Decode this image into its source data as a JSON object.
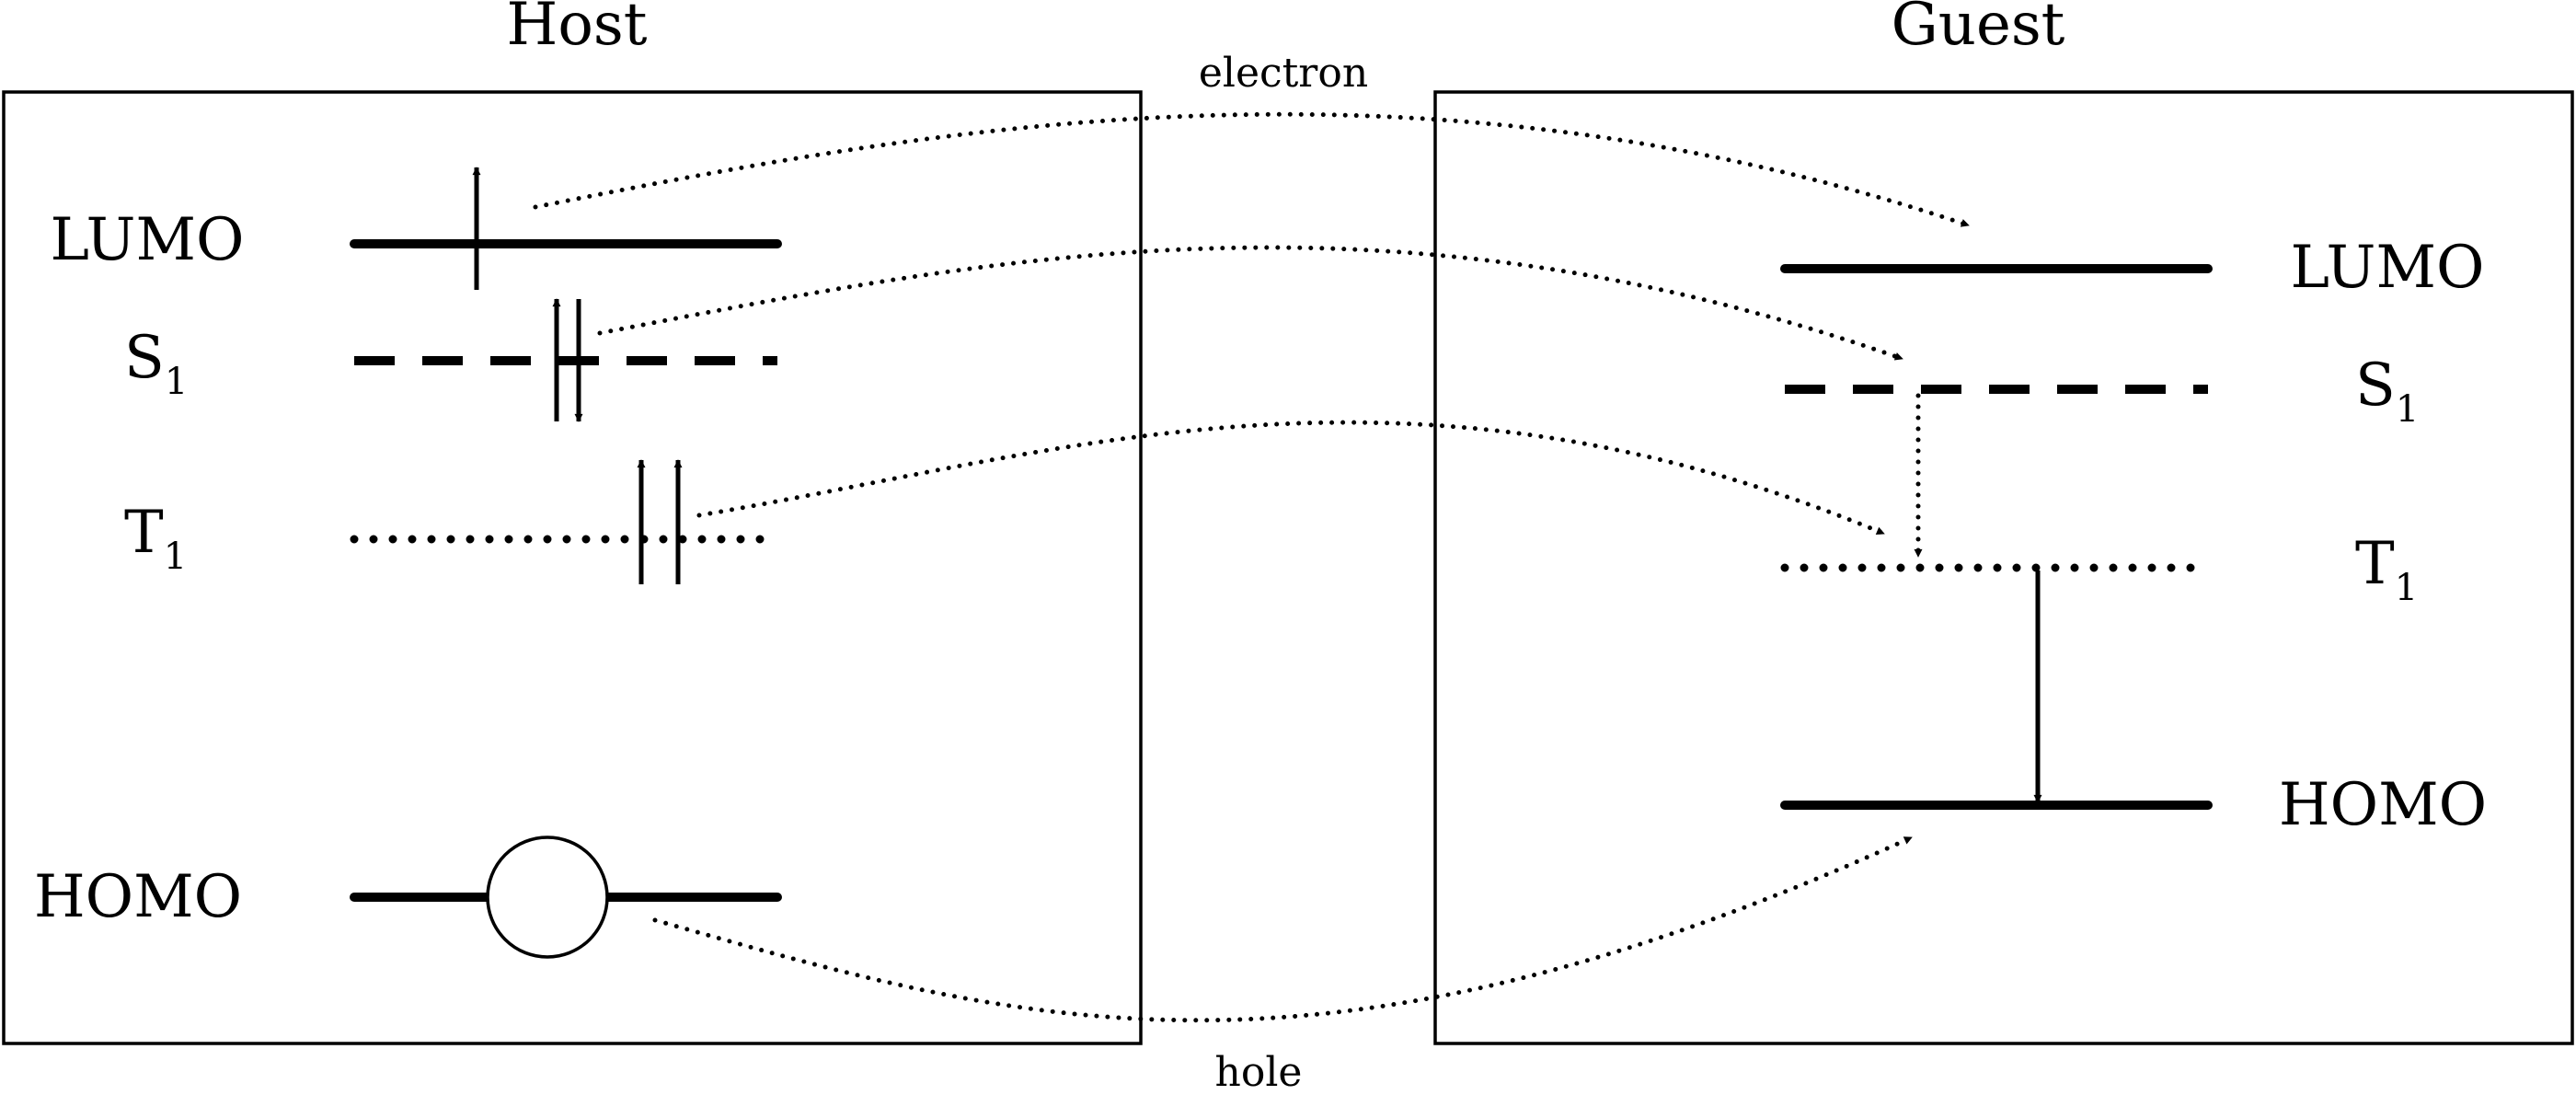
{
  "host": {
    "title": "Host",
    "levels": {
      "lumo": "LUMO",
      "s1_main": "S",
      "s1_sub": "1",
      "t1_main": "T",
      "t1_sub": "1",
      "homo": "HOMO"
    }
  },
  "guest": {
    "title": "Guest",
    "levels": {
      "lumo": "LUMO",
      "s1_main": "S",
      "s1_sub": "1",
      "t1_main": "T",
      "t1_sub": "1",
      "homo": "HOMO"
    }
  },
  "transfer_labels": {
    "electron": "electron",
    "hole": "hole"
  }
}
